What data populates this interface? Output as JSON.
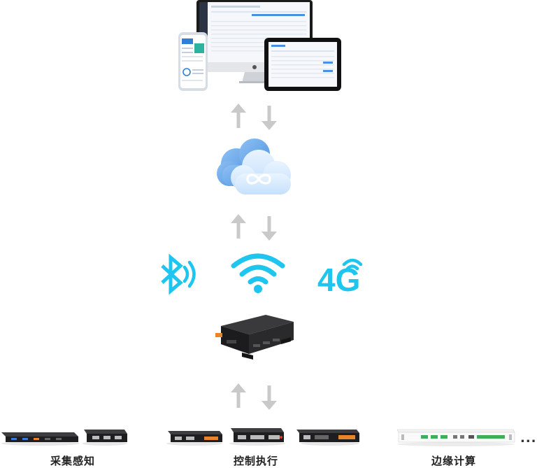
{
  "colors": {
    "accent": "#1ec5ef",
    "arrow": "#c9c9c9",
    "cloud_light": "#d6ebff",
    "cloud_mid": "#9cc9f7",
    "cloud_dark": "#5a9fe6",
    "device_dark": "#1c1c1e",
    "connector_orange": "#e8842a"
  },
  "icons": {
    "top": "monitor-tablet-phone-icon",
    "cloud": "cloud-infinity-icon",
    "bluetooth": "bluetooth-icon",
    "wifi": "wifi-icon",
    "cellular": "4g-icon",
    "gateway": "gateway-device-icon"
  },
  "cellular_text": "4G",
  "categories": [
    {
      "label": "采集感知"
    },
    {
      "label": "控制执行"
    },
    {
      "label": "边缘计算"
    }
  ],
  "more": "..."
}
